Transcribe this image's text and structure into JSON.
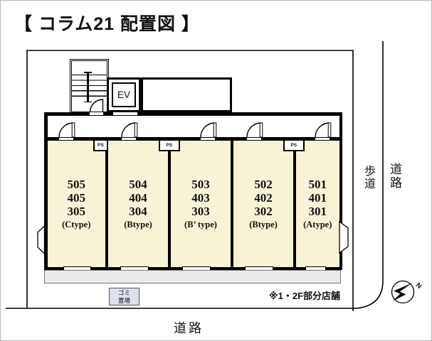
{
  "title": "【 コラム21 配置図 】",
  "building": {
    "elevator_label": "EV",
    "ps_label": "PS",
    "units": [
      {
        "rooms": [
          "505",
          "405",
          "305"
        ],
        "type": "(Ctype)"
      },
      {
        "rooms": [
          "504",
          "404",
          "304"
        ],
        "type": "(Btype)"
      },
      {
        "rooms": [
          "503",
          "403",
          "303"
        ],
        "type": "(B’ type)"
      },
      {
        "rooms": [
          "502",
          "402",
          "302"
        ],
        "type": "(Btype)"
      },
      {
        "rooms": [
          "501",
          "401",
          "301"
        ],
        "type": "(Atype)"
      }
    ]
  },
  "site": {
    "garbage_label": [
      "ゴミ",
      "置場"
    ],
    "note": "※1・2F部分店舗",
    "sidewalk_label": "歩道",
    "road_label_side": "道路",
    "road_label_bottom": "道路",
    "compass_north": "N"
  },
  "colors": {
    "unit_fill": "#f8f3d6",
    "balcony_fill": "#ebebeb",
    "garbage_fill": "#dce1ee",
    "wall": "#000000"
  }
}
